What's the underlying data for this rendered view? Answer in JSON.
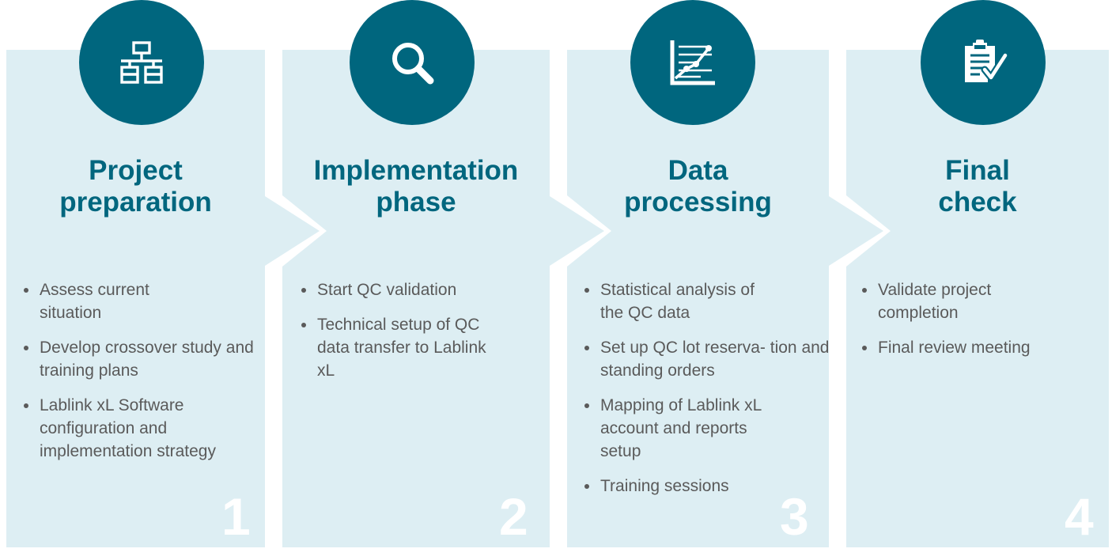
{
  "colors": {
    "panel": "#ddeef3",
    "accent": "#00667e",
    "text": "#5a5a5a",
    "number": "#ffffff"
  },
  "steps": [
    {
      "icon": "sitemap-icon",
      "title_line1": "Project",
      "title_line2": "preparation",
      "bullets": [
        "Assess current situation",
        "Develop crossover study and training plans",
        "Lablink xL Software configuration and implementation strategy"
      ],
      "number": "1"
    },
    {
      "icon": "magnifier-icon",
      "title_line1": "Implementation",
      "title_line2": "phase",
      "bullets": [
        "Start QC validation",
        "Technical setup of QC data transfer to Lablink xL"
      ],
      "number": "2"
    },
    {
      "icon": "line-chart-icon",
      "title_line1": "Data",
      "title_line2": "processing",
      "bullets": [
        "Statistical analysis of the QC data",
        "Set up QC lot reserva- tion and standing orders",
        "Mapping of Lablink xL account and reports setup",
        "Training sessions"
      ],
      "number": "3"
    },
    {
      "icon": "clipboard-check-icon",
      "title_line1": "Final",
      "title_line2": "check",
      "bullets": [
        "Validate project completion",
        "Final review meeting"
      ],
      "number": "4"
    }
  ]
}
